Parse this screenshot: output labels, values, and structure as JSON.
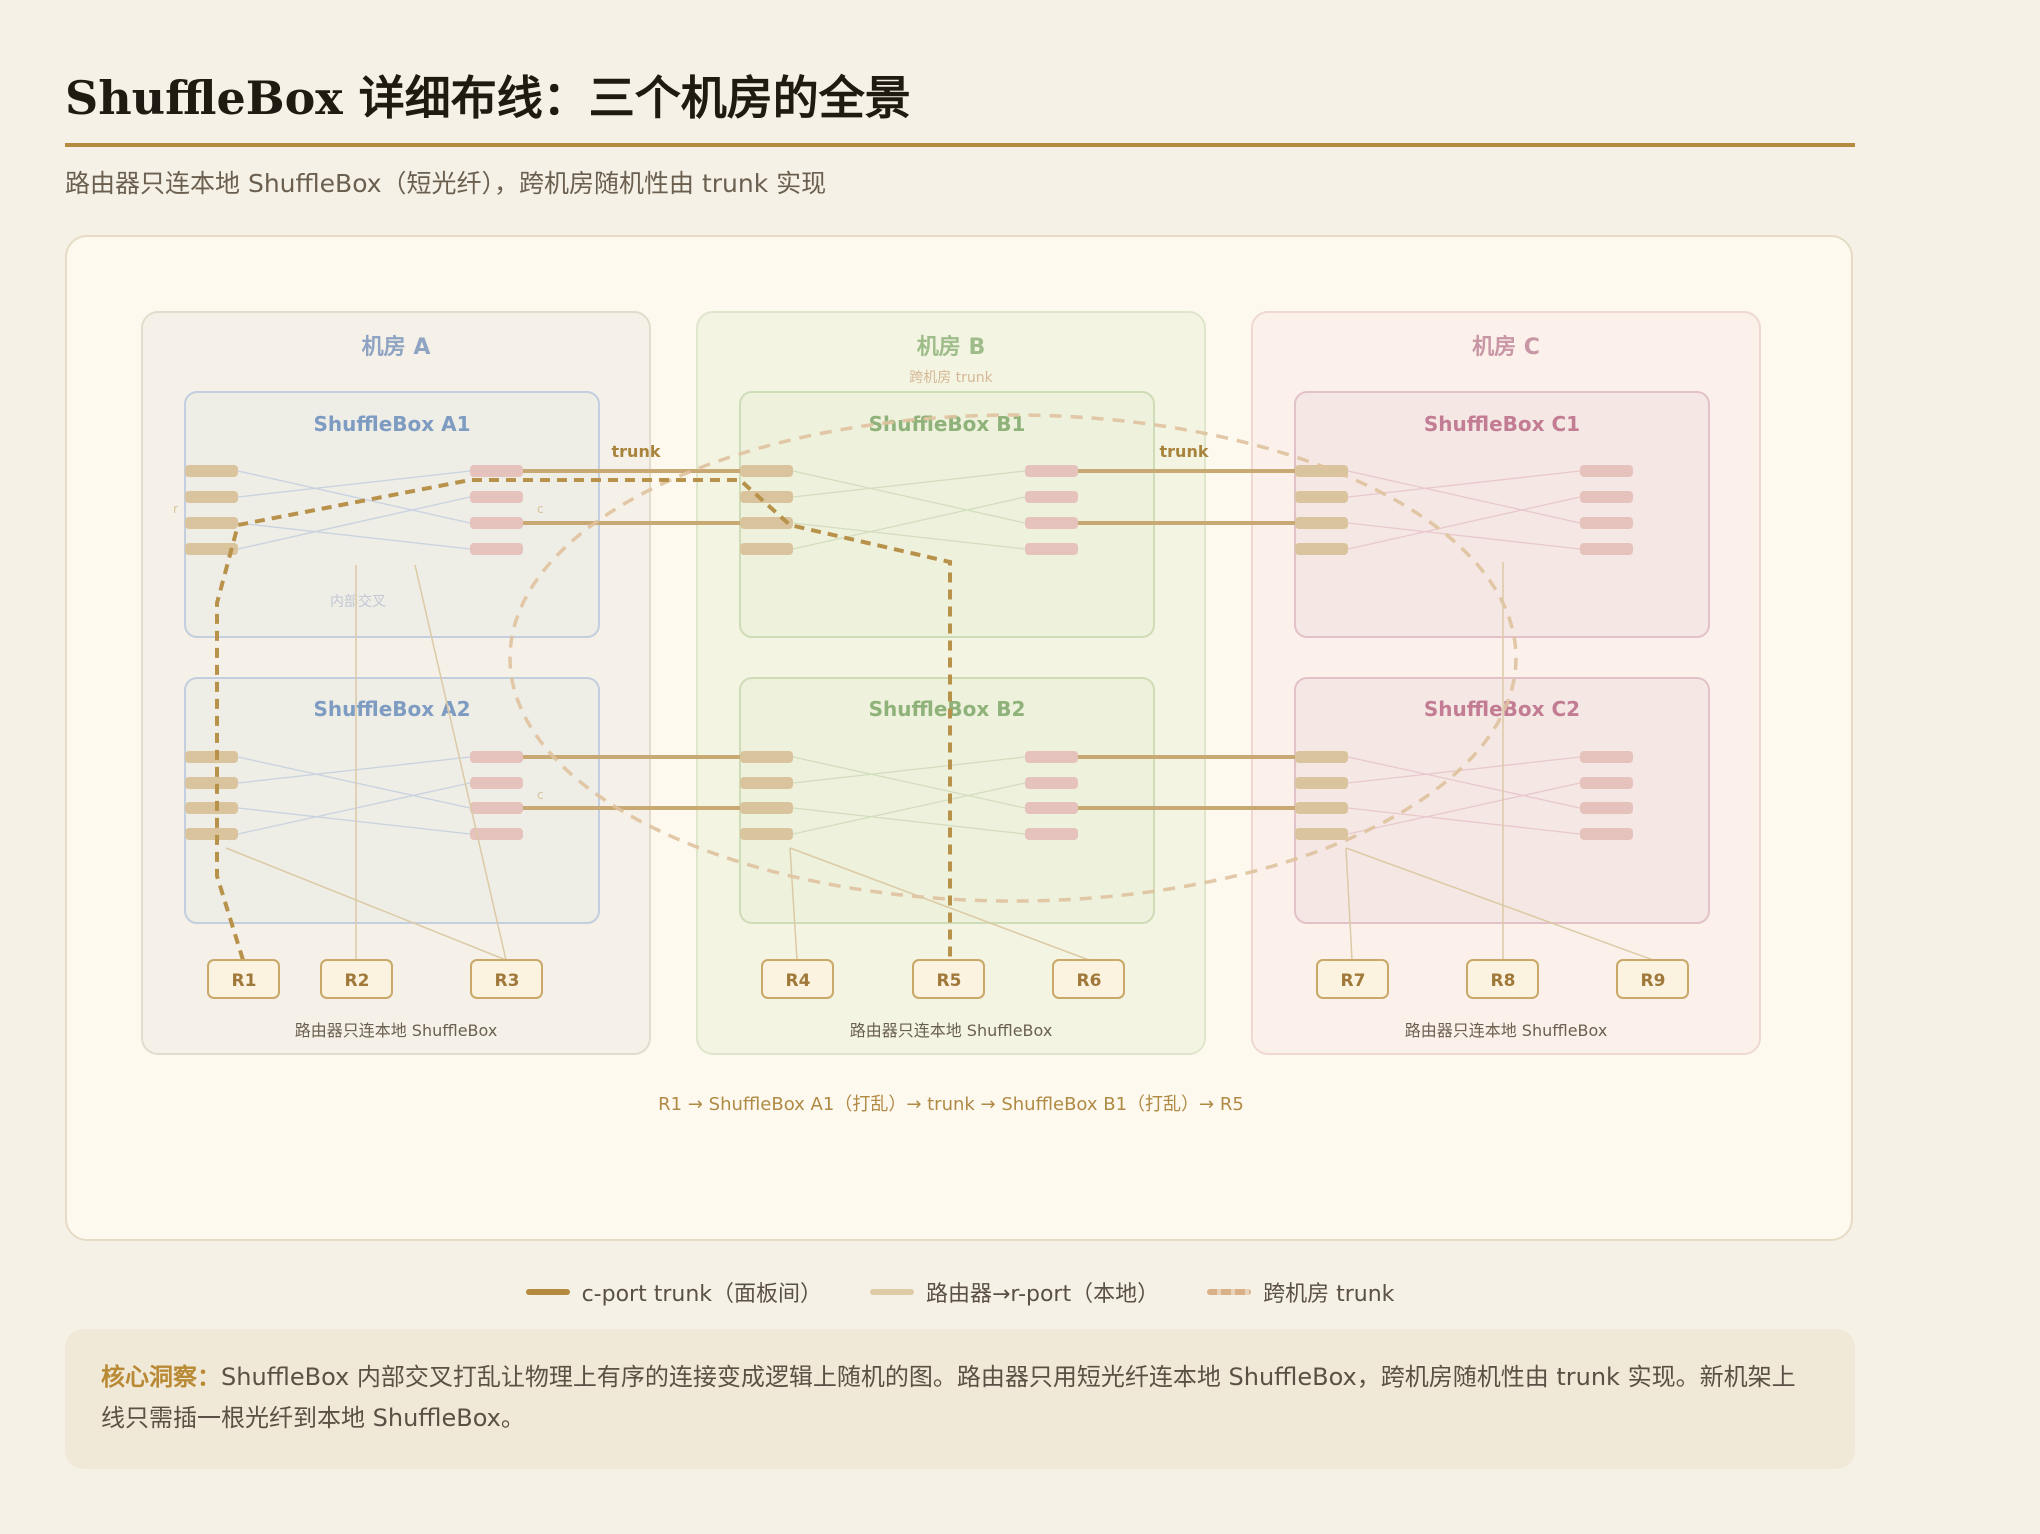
{
  "title": "ShuffleBox 详细布线：三个机房的全景",
  "subtitle": "路由器只连本地 ShuffleBox（短光纤），跨机房随机性由 trunk 实现",
  "colors": {
    "roomA": "#7e9cc2",
    "roomB": "#8fb27a",
    "roomC": "#c27c94",
    "trunk": "#c4a570",
    "path": "#b48a3e",
    "routerLine": "#d8c7a3",
    "crossTrunk": "#ddc09a",
    "rPort": "#d8c39a",
    "cPort": "#e5bfbb"
  },
  "rooms": [
    {
      "label": "机房 A",
      "boxes": [
        "ShuffleBox A1",
        "ShuffleBox A2"
      ],
      "routers": [
        "R1",
        "R2",
        "R3"
      ],
      "footer": "路由器只连本地 ShuffleBox"
    },
    {
      "label": "机房 B",
      "boxes": [
        "ShuffleBox B1",
        "ShuffleBox B2"
      ],
      "routers": [
        "R4",
        "R5",
        "R6"
      ],
      "footer": "路由器只连本地 ShuffleBox"
    },
    {
      "label": "机房 C",
      "boxes": [
        "ShuffleBox C1",
        "ShuffleBox C2"
      ],
      "routers": [
        "R7",
        "R8",
        "R9"
      ],
      "footer": "路由器只连本地 ShuffleBox"
    }
  ],
  "labels": {
    "cross_room_trunk": "跨机房 trunk",
    "trunk": "trunk",
    "internal_cross": "内部交叉",
    "r_port": "r",
    "c_port": "c"
  },
  "path_caption": "R1 → ShuffleBox A1（打乱）→ trunk → ShuffleBox B1（打乱）→ R5",
  "legend": [
    {
      "label": "c-port trunk（面板间）",
      "color": "#b48a3e"
    },
    {
      "label": "路由器→r-port（本地）",
      "color": "#d8c7a3"
    },
    {
      "label": "跨机房 trunk",
      "color": "#ddb892"
    }
  ],
  "insight": {
    "label": "核心洞察：",
    "text": "ShuffleBox 内部交叉打乱让物理上有序的连接变成逻辑上随机的图。路由器只用短光纤连本地 ShuffleBox，跨机房随机性由 trunk 实现。新机架上线只需插一根光纤到本地 ShuffleBox。"
  }
}
